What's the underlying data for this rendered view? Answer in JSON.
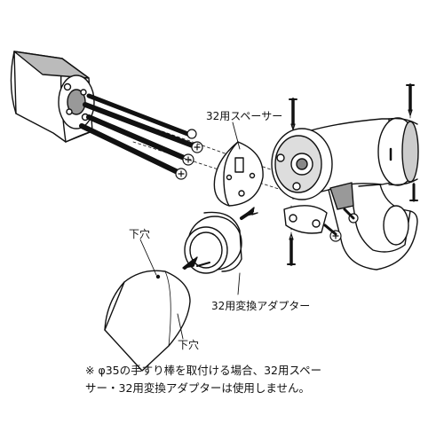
{
  "labels": {
    "spacer": "32用スペーサー",
    "adapter": "32用変換アダプター",
    "shita_ana_top": "下穴",
    "shita_ana_bottom": "下穴"
  },
  "note": {
    "line1": "※ φ35の手すり棒を取付ける場合、32用スペー",
    "line2": "サー・32用変換アダプターは使用しません。"
  }
}
